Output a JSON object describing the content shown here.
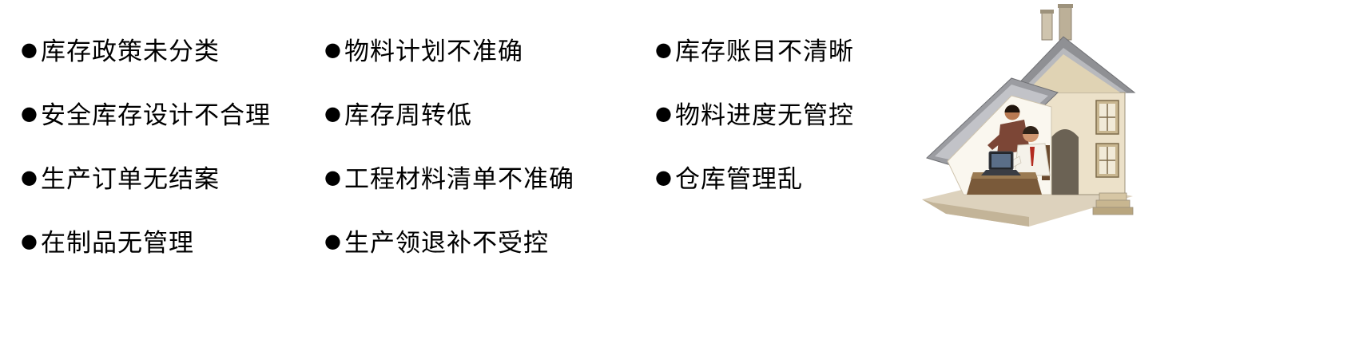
{
  "bullet": "●",
  "columns": [
    {
      "items": [
        "库存政策未分类",
        "安全库存设计不合理",
        "生产订单无结案",
        "在制品无管理"
      ]
    },
    {
      "items": [
        "物料计划不准确",
        "库存周转低",
        "工程材料清单不准确",
        "生产领退补不受控"
      ]
    },
    {
      "items": [
        "库存账目不清晰",
        "物料进度无管控",
        "仓库管理乱"
      ]
    }
  ],
  "illustration": "house-cutaway-with-two-people-at-laptop",
  "colors": {
    "text": "#000000",
    "background": "#ffffff",
    "roof": "#9b9ca1",
    "wall": "#ece1c9"
  }
}
